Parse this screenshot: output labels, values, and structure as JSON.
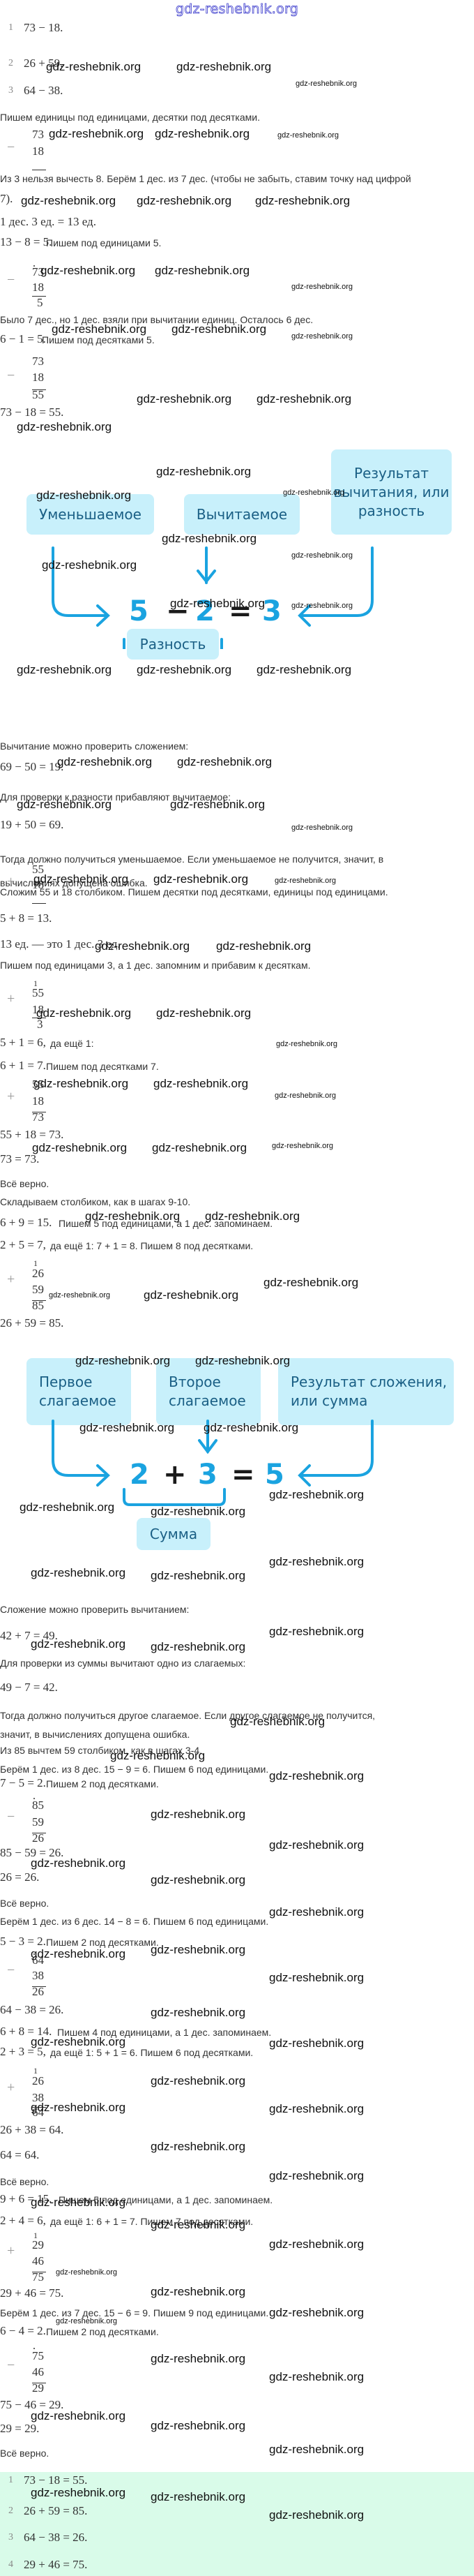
{
  "site_logo": "gdz-reshebnik.org",
  "watermark": "gdz-reshebnik.org",
  "tasks": [
    {
      "n": "1",
      "expr": "73 − 18."
    },
    {
      "n": "2",
      "expr": "26 + 59."
    },
    {
      "n": "3",
      "expr": "64 − 38."
    }
  ],
  "steps": {
    "s1": "Пишем единицы под единицами, десятки под десятками.",
    "s2a": "Из 3 нельзя вычесть 8. Берём 1 дес. из 7 дес. (чтобы не забыть, ставим точку над цифрой",
    "s2b": "7).",
    "s3": "1 дес. 3 ед. = 13 ед.",
    "s4_math": "13 − 8 = 5.",
    "s4_text": "Пишем под единицами 5.",
    "s5": "Было 7 дес., но 1 дес. взяли при вычитании единиц. Осталось 6 дес.",
    "s6_math": "6 − 1 = 5.",
    "s6_text": "Пишем под десятками 5.",
    "s7": "73 − 18 = 55.",
    "s8": "Вычитание можно проверить сложением:",
    "s9": "69 − 50 = 19.",
    "s10": "Для проверки к разности прибавляют вычитаемое:",
    "s11": "19 + 50 = 69.",
    "s12a": "Тогда должно получиться уменьшаемое. Если уменьшаемое не получится, значит, в",
    "s12b": "вычислениях допущена ошибка.",
    "s13": "Сложим 55 и 18 столбиком. Пишем десятки под десятками, единицы под единицами.",
    "s14": "5 + 8 = 13.",
    "s15": "13 ед. — это 1 дес. 3 ед.",
    "s16": "Пишем под единицами 3, а 1 дес. запомним и прибавим к десяткам.",
    "s17_math": "5 + 1 = 6,",
    "s17_text": "да ещё 1:",
    "s18_math": "6 + 1 = 7.",
    "s18_text": "Пишем под десятками 7.",
    "s19": "55 + 18 = 73.",
    "s20": "73 = 73.",
    "s21": "Всё верно.",
    "s22": "Складываем столбиком, как в шагах 9-10.",
    "s23_math": "6 + 9 = 15.",
    "s23_text": "Пишем 5 под единицами, а 1 дес. запоминаем.",
    "s24_math": "2 + 5 = 7,",
    "s24_text": "да ещё 1: 7 + 1 = 8. Пишем 8 под десятками.",
    "s25": "26 + 59 = 85.",
    "s26": "Сложение можно проверить вычитанием:",
    "s27": "42 + 7 = 49.",
    "s28": "Для проверки из суммы вычитают одно из слагаемых:",
    "s29": "49 − 7 = 42.",
    "s30a": "Тогда должно получиться другое слагаемое. Если другое слагаемое не получится,",
    "s30b": "значит, в вычислениях допущена ошибка.",
    "s31": "Из 85 вычтем 59 столбиком, как в шагах 3-4.",
    "s32": "Берём 1 дес. из 8 дес. 15 − 9 = 6. Пишем 6 под единицами.",
    "s33_math": "7 − 5 = 2.",
    "s33_text": "Пишем 2 под десятками.",
    "s34": "85 − 59 = 26.",
    "s35": "26 = 26.",
    "s36": "Всё верно.",
    "s37": "Берём 1 дес. из 6 дес. 14 − 8 = 6. Пишем 6 под единицами.",
    "s38_math": "5 − 3 = 2.",
    "s38_text": "Пишем 2 под десятками.",
    "s39": "64 − 38 = 26.",
    "s40_math": "6 + 8 = 14.",
    "s40_text": "Пишем 4 под единицами, а 1 дес. запоминаем.",
    "s41_math": "2 + 3 = 5,",
    "s41_text": "да ещё 1: 5 + 1 = 6. Пишем 6 под десятками.",
    "s42": "26 + 38 = 64.",
    "s43": "64 = 64.",
    "s44": "Всё верно.",
    "s45_math": "9 + 6 = 15.",
    "s45_text": "Пишем 5 под единицами, а 1 дес. запоминаем.",
    "s46_math": "2 + 4 = 6,",
    "s46_text": "да ещё 1: 6 + 1 = 7. Пишем 7 под десятками.",
    "s47": "29 + 46 = 75.",
    "s48": "Берём 1 дес. из 7 дес. 15 − 6 = 9. Пишем 9 под единицами.",
    "s49_math": "6 − 4 = 2.",
    "s49_text": "Пишем 2 под десятками.",
    "s50": "75 − 46 = 29.",
    "s51": "29 = 29.",
    "s52": "Всё верно."
  },
  "columns": {
    "c1": {
      "op": "−",
      "a": "73",
      "b": "18",
      "r": ""
    },
    "c2": {
      "op": "−",
      "a": "73",
      "b": "18",
      "r": "5"
    },
    "c3": {
      "op": "−",
      "a": "73",
      "b": "18",
      "r": "55"
    },
    "c4": {
      "op": "+",
      "a": "55",
      "b": "18",
      "r": ""
    },
    "c5": {
      "op": "+",
      "carry": "1",
      "a": "55",
      "b": "18",
      "r": "3"
    },
    "c6": {
      "op": "+",
      "a": "55",
      "b": "18",
      "r": "73"
    },
    "c7": {
      "op": "+",
      "carry": "1",
      "a": "26",
      "b": "59",
      "r": "85"
    },
    "c8": {
      "op": "−",
      "a": "85",
      "b": "59",
      "r": "26"
    },
    "c9": {
      "op": "−",
      "a": "64",
      "b": "38",
      "r": "26"
    },
    "c10": {
      "op": "+",
      "carry": "1",
      "a": "26",
      "b": "38",
      "r": "64"
    },
    "c11": {
      "op": "+",
      "carry": "1",
      "a": "29",
      "b": "46",
      "r": "75"
    },
    "c12": {
      "op": "−",
      "a": "75",
      "b": "46",
      "r": "29"
    }
  },
  "diagram_subtraction": {
    "minuend_label": "Уменьшаемое",
    "subtrahend_label": "Вычитаемое",
    "result_label": "Результат вычитания, или разность",
    "expression_bracket_label": "Разность",
    "a": "5",
    "op": "−",
    "b": "2",
    "eq": "=",
    "c": "3"
  },
  "diagram_addition": {
    "first_label": "Первое слагаемое",
    "second_label": "Второе слагаемое",
    "result_label": "Результат сложения, или сумма",
    "expression_bracket_label": "Сумма",
    "a": "2",
    "op": "+",
    "b": "3",
    "eq": "=",
    "c": "5"
  },
  "answers": [
    {
      "n": "1",
      "expr": "73 − 18 = 55."
    },
    {
      "n": "2",
      "expr": "26 + 59 = 85."
    },
    {
      "n": "3",
      "expr": "64 − 38 = 26."
    },
    {
      "n": "4",
      "expr": "29 + 46 = 75."
    }
  ],
  "colors": {
    "accent": "#1aa3e0",
    "box_bg": "#c8f0fb",
    "box_text": "#1a5f85",
    "answer_bg": "#d9fbe9",
    "logo": "#3a3acc"
  }
}
